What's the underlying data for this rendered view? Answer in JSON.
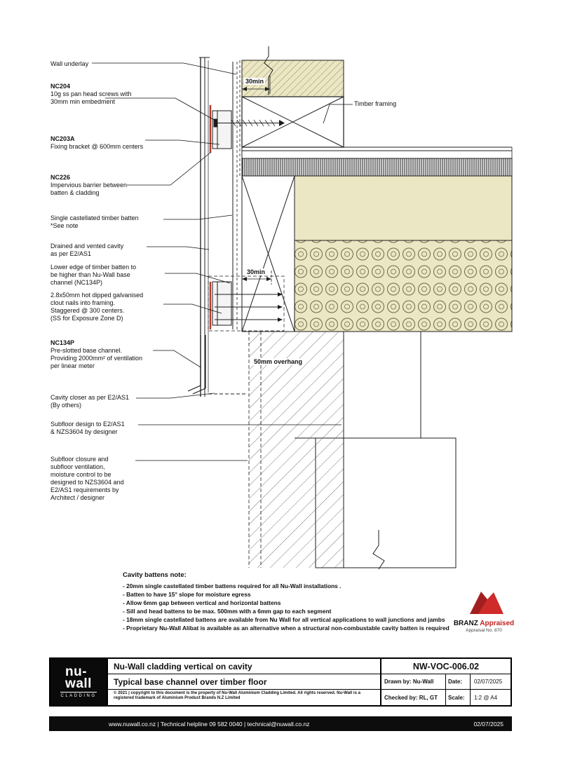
{
  "callouts": [
    {
      "code": "",
      "text": "Wall underlay"
    },
    {
      "code": "NC204",
      "text": "10g ss pan head screws with\n30mm min embedment"
    },
    {
      "code": "NC203A",
      "text": "Fixing bracket @ 600mm centers"
    },
    {
      "code": "NC226",
      "text": "Impervious barrier between\nbatten & cladding"
    },
    {
      "code": "",
      "text": "Single castellated timber batten\n*See note"
    },
    {
      "code": "",
      "text": "Drained and vented cavity\nas per E2/AS1"
    },
    {
      "code": "",
      "text": "Lower edge of timber batten to\nbe higher than Nu-Wall base\nchannel (NC134P)"
    },
    {
      "code": "",
      "text": "2.8x50mm hot dipped galvanised\nclout nails into framing.\nStaggered @ 300 centers.\n(SS for Exposure Zone D)"
    },
    {
      "code": "NC134P",
      "text": "Pre-slotted base channel.\nProviding 2000mm² of ventilation\nper linear meter"
    },
    {
      "code": "",
      "text": "Cavity closer as per E2/AS1\n(By others)"
    },
    {
      "code": "",
      "text": "Subfloor design to E2/AS1\n& NZS3604 by designer"
    },
    {
      "code": "",
      "text": "Subfloor closure and\nsubfloor ventilation,\nmoisture control to be\ndesigned to NZS3604 and\nE2/AS1 requirements by\nArchitect / designer"
    }
  ],
  "labels": {
    "timber_framing": "Timber framing",
    "dim_top": "30min",
    "dim_mid": "30min",
    "overhang": "50mm overhang"
  },
  "note": {
    "title": "Cavity battens note:",
    "items": [
      "- 20mm single castellated timber battens required for all Nu-Wall installations .",
      "- Batten to have 15° slope for moisture egress",
      "- Allow 6mm gap between vertical and horizontal battens",
      "- Sill and head battens to be max. 500mm with a 6mm gap to each segment",
      "- 18mm single castellated battens are available from Nu Wall for all vertical applications to wall junctions and jambs",
      "- Proprietary Nu-Wall Alibat is available as an alternative when a structural non-combustable cavity batten is required"
    ]
  },
  "branz": {
    "brand": "BRANZ",
    "appraised": "Appraised",
    "appraisal_no": "Appraisal No. 870"
  },
  "titleblock": {
    "logo_line1": "nu-",
    "logo_line2": "wall",
    "logo_sub": "CLADDING",
    "title1": "Nu-Wall cladding vertical on cavity",
    "title2": "Typical base channel over timber floor",
    "copyright": "© 2021 | copyright to this document is the property of Nu-Wall Aluminium Cladding Limited.  All rights reserved.  Nu-Wall is a registered trademark of Aluminium Product Brands N.Z Limited",
    "drawing_no": "NW-VOC-006.02",
    "drawn_by": "Drawn by: Nu-Wall",
    "date_label": "Date:",
    "date_value": "02/07/2025",
    "checked_by": "Checked by: RL, GT",
    "scale_label": "Scale:",
    "scale_value": "1:2 @ A4"
  },
  "footer": {
    "contact": "www.nuwall.co.nz  |  Technical helpline 09 582 0040  |  technical@nuwall.co.nz",
    "date": "02/07/2025"
  }
}
